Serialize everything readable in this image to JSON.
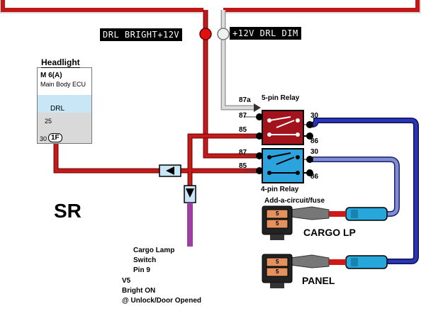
{
  "wire_tags": {
    "bright": "DRL BRIGHT+12V",
    "dim": "+12V DRL DIM"
  },
  "ecu": {
    "title": "Headlight",
    "component": "M 6(A)",
    "name": "Main Body ECU",
    "signal": "DRL",
    "pin_25": "25",
    "pin_30": "30",
    "connector": "1F"
  },
  "relay5": {
    "title": "5-pin Relay",
    "pin_87a": "87a",
    "pin_87": "87",
    "pin_85": "85",
    "pin_30": "30",
    "pin_86": "86"
  },
  "relay4": {
    "title": "4-pin Relay",
    "pin_87": "87",
    "pin_85": "85",
    "pin_30": "30",
    "pin_86": "86"
  },
  "fuse": {
    "title": "Add-a-circuit/fuse",
    "value_top": "5",
    "value_bottom": "5",
    "value_top2": "5",
    "value_bottom2": "5"
  },
  "labels": {
    "model": "SR",
    "cargo": "CARGO LP",
    "panel": "PANEL",
    "switch_line1": "Cargo Lamp",
    "switch_line2": "Switch",
    "switch_line3": "Pin 9",
    "note_line1": "V5",
    "note_line2": "Bright ON",
    "note_line3": "@ Unlock/Door Opened"
  },
  "colors": {
    "red_wire": "#b01818",
    "grey_wire": "#cccccc",
    "blue_wire": "#2a36b8",
    "light_blue_wire": "#7d8fd0",
    "purple_wire": "#9b3fa0",
    "relay5_body": "#a3131b",
    "relay4_body": "#2ca3dd"
  }
}
